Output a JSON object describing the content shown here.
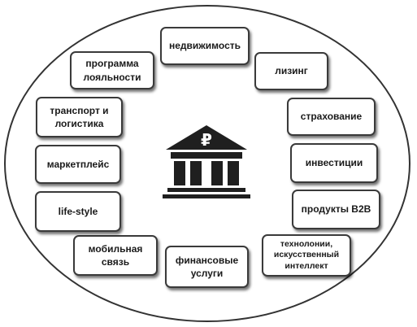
{
  "center": {
    "icon": "bank-ruble-icon",
    "symbol": "₽"
  },
  "nodes": [
    {
      "id": "real-estate",
      "lines": [
        "недвижимость"
      ]
    },
    {
      "id": "leasing",
      "lines": [
        "лизинг"
      ]
    },
    {
      "id": "insurance",
      "lines": [
        "страхование"
      ]
    },
    {
      "id": "investments",
      "lines": [
        "инвестиции"
      ]
    },
    {
      "id": "b2b-products",
      "lines": [
        "продукты B2B"
      ]
    },
    {
      "id": "technologies-ai",
      "lines": [
        "технолонии,",
        "искусственный",
        "интеллект"
      ]
    },
    {
      "id": "financial-services",
      "lines": [
        "финансовые",
        "услуги"
      ]
    },
    {
      "id": "mobile-communication",
      "lines": [
        "мобильная",
        "связь"
      ]
    },
    {
      "id": "life-style",
      "lines": [
        "life-style"
      ]
    },
    {
      "id": "marketplace",
      "lines": [
        "маркетплейс"
      ]
    },
    {
      "id": "transport-logistics",
      "lines": [
        "транспорт и",
        "логистика"
      ]
    },
    {
      "id": "loyalty-program",
      "lines": [
        "программа",
        "лояльности"
      ]
    }
  ],
  "colors": {
    "outline": "#333333",
    "icon": "#1f1f1f",
    "background": "#ffffff"
  }
}
